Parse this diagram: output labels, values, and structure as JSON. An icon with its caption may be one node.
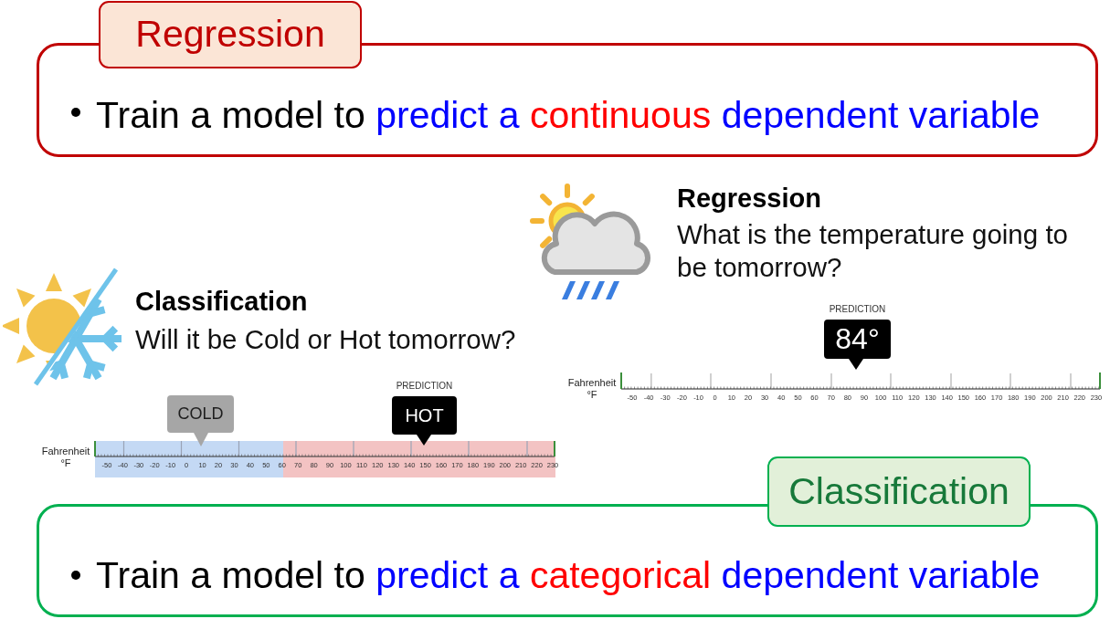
{
  "diagram": {
    "nodes": [
      {
        "text": [
          "Regression"
        ]
      },
      {
        "text": [
          "Train a model to predict a continuous dependent variable"
        ]
      },
      {
        "text": [
          "84°"
        ],
        "beside": [
          "PREDICTION"
        ]
      },
      {
        "text": [
          "COLD"
        ]
      },
      {
        "text": [
          "HOT"
        ],
        "beside": [
          "PREDICTION"
        ]
      },
      {
        "text": [
          "Classification"
        ]
      },
      {
        "text": [
          "Train a model to predict a categorical dependent variable"
        ]
      }
    ],
    "labels": [
      "Regression",
      "What is the temperature going to be tomorrow?",
      "Fahrenheit °F",
      "-50",
      "-40",
      "-30",
      "-20",
      "-10",
      "0",
      "10",
      "20",
      "30",
      "40",
      "50",
      "60",
      "70",
      "80",
      "90",
      "100",
      "110",
      "120",
      "130",
      "140",
      "150",
      "160",
      "170",
      "180",
      "190",
      "200",
      "210",
      "220",
      "230",
      "Classification",
      "Will it be Cold or Hot tomorrow?",
      "Fahrenheit °F",
      "-50",
      "-40",
      "-30",
      "-20",
      "-10",
      "0",
      "10",
      "20",
      "30",
      "40",
      "50",
      "60",
      "70",
      "80",
      "90",
      "100",
      "110",
      "120",
      "130",
      "140",
      "150",
      "160",
      "170",
      "180",
      "190",
      "200",
      "210",
      "220",
      "230"
    ]
  }
}
